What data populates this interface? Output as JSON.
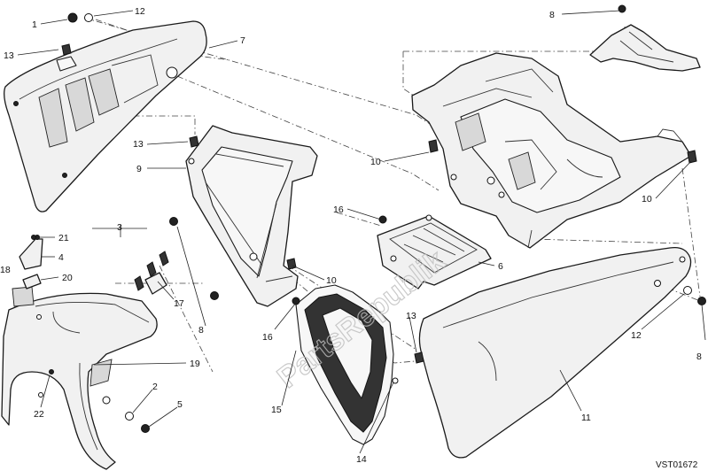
{
  "drawing_code": "VST01672",
  "watermark": "PartsRepublik",
  "callouts": [
    "1",
    "2",
    "3",
    "4",
    "5",
    "6",
    "7",
    "8",
    "8",
    "8",
    "9",
    "10",
    "10",
    "10",
    "11",
    "12",
    "12",
    "13",
    "13",
    "13",
    "14",
    "15",
    "16",
    "16",
    "17",
    "18",
    "19",
    "20",
    "21",
    "22"
  ]
}
